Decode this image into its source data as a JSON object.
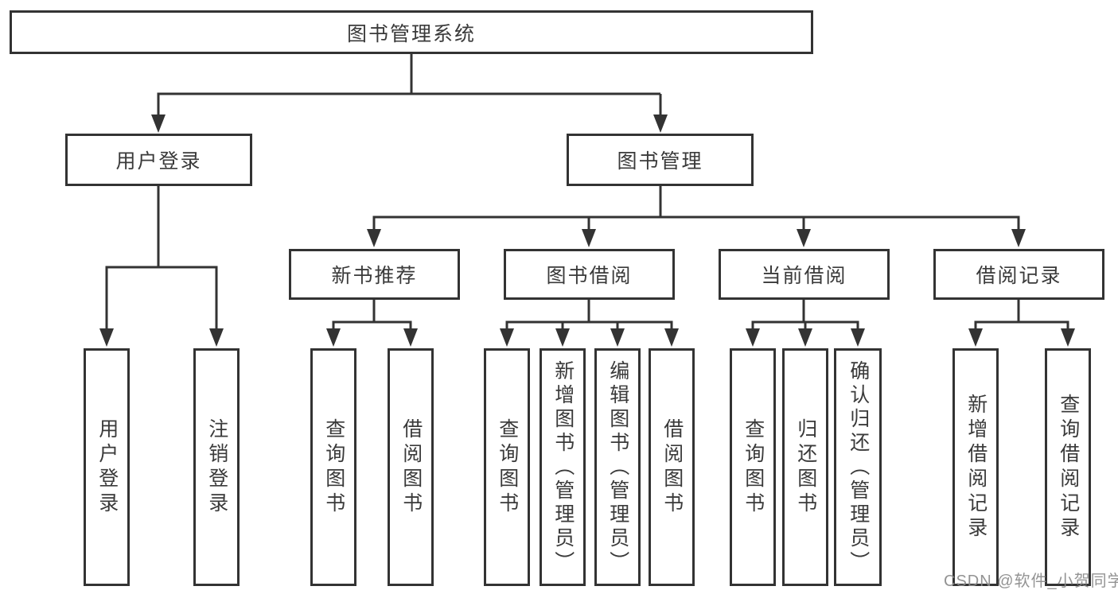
{
  "colors": {
    "line": "#333333",
    "box_border": "#333333",
    "box_background": "#ffffff",
    "text": "#3a3a3a",
    "watermark_text": "#8a8a8a",
    "page_background": "#ffffff"
  },
  "diagram": {
    "root": {
      "label": "图书管理系统"
    },
    "level2": [
      {
        "label": "用户登录",
        "parent": "图书管理系统"
      },
      {
        "label": "图书管理",
        "parent": "图书管理系统"
      }
    ],
    "level3": [
      {
        "label": "新书推荐",
        "parent": "图书管理"
      },
      {
        "label": "图书借阅",
        "parent": "图书管理"
      },
      {
        "label": "当前借阅",
        "parent": "图书管理"
      },
      {
        "label": "借阅记录",
        "parent": "图书管理"
      }
    ],
    "leaves": [
      {
        "label": "用户登录",
        "parent": "用户登录"
      },
      {
        "label": "注销登录",
        "parent": "用户登录"
      },
      {
        "label": "查询图书",
        "parent": "新书推荐"
      },
      {
        "label": "借阅图书",
        "parent": "新书推荐"
      },
      {
        "label": "查询图书",
        "parent": "图书借阅"
      },
      {
        "label": "新增图书（管理员）",
        "parent": "图书借阅"
      },
      {
        "label": "编辑图书（管理员）",
        "parent": "图书借阅"
      },
      {
        "label": "借阅图书",
        "parent": "图书借阅"
      },
      {
        "label": "查询图书",
        "parent": "当前借阅"
      },
      {
        "label": "归还图书",
        "parent": "当前借阅"
      },
      {
        "label": "确认归还（管理员）",
        "parent": "当前借阅"
      },
      {
        "label": "新增借阅记录",
        "parent": "借阅记录"
      },
      {
        "label": "查询借阅记录",
        "parent": "借阅记录"
      }
    ]
  },
  "watermark": {
    "text": "CSDN @软件_小贺同学"
  }
}
